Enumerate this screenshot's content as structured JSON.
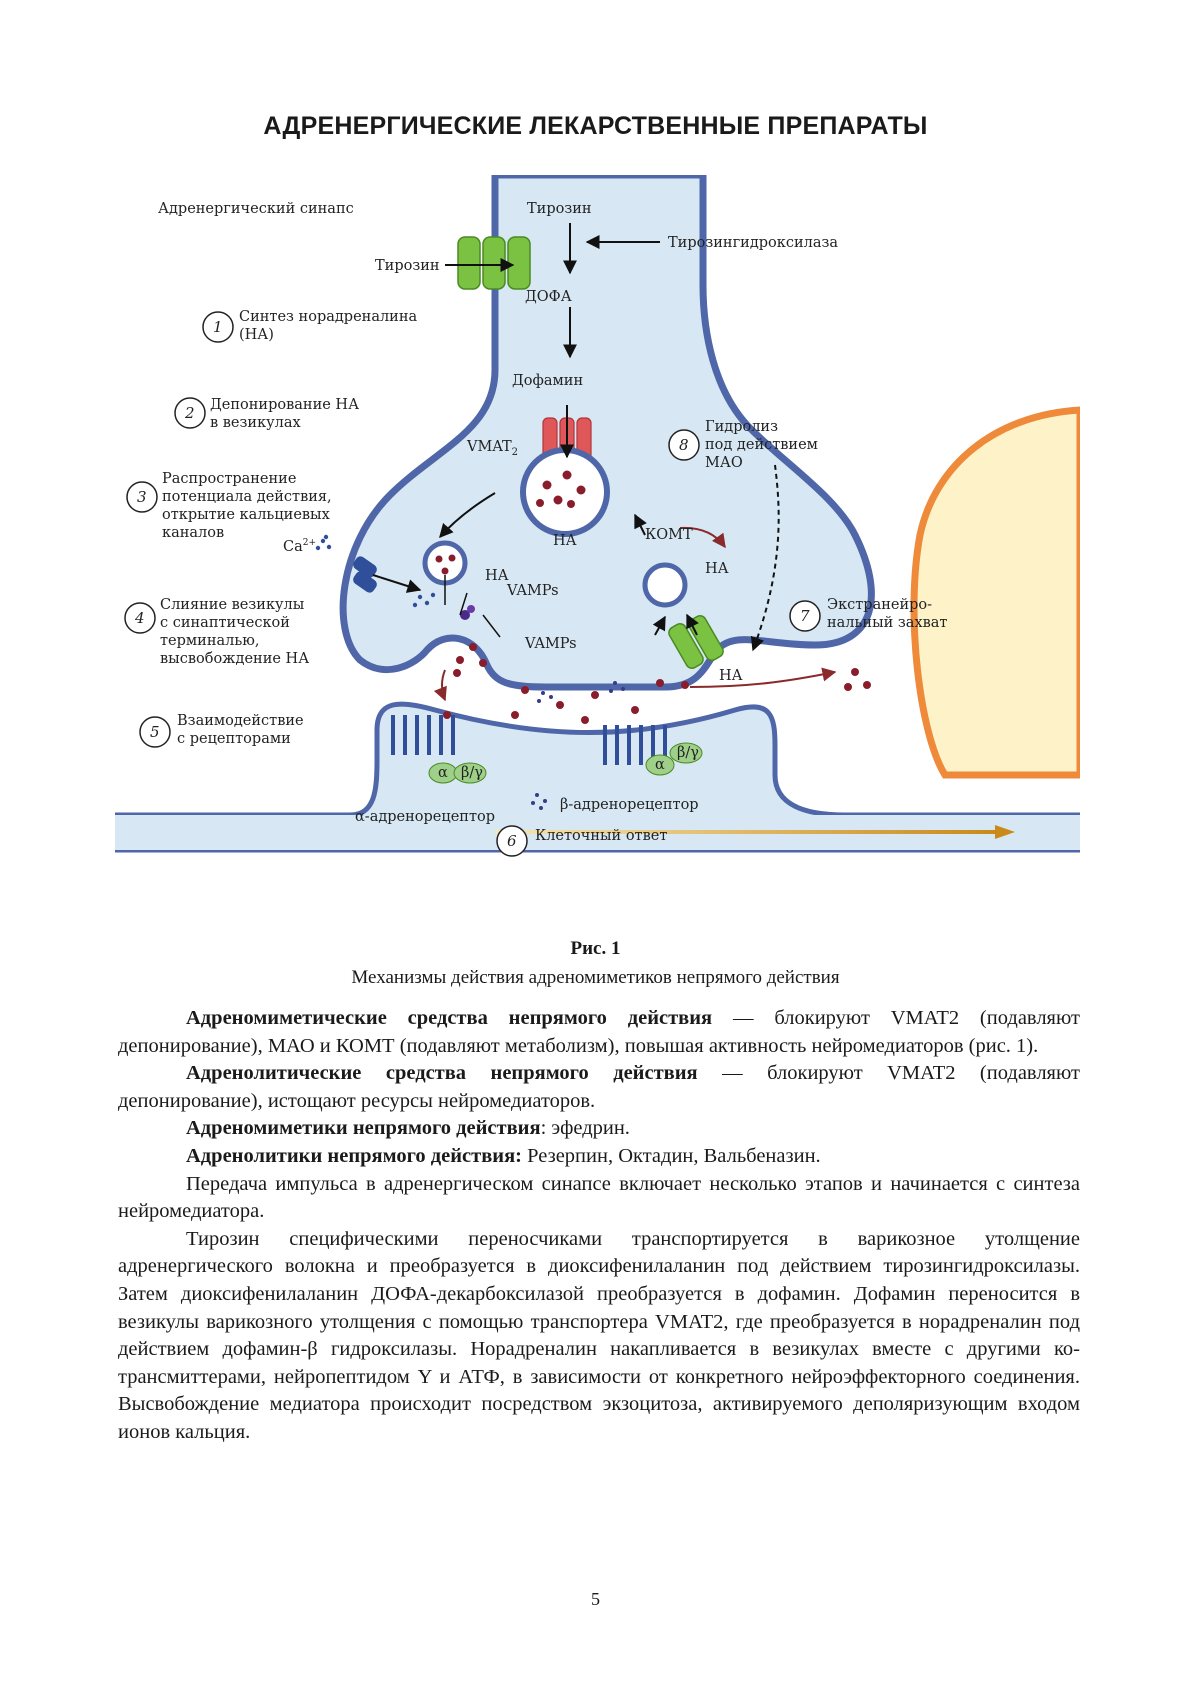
{
  "title": "АДРЕНЕРГИЧЕСКИЕ ЛЕКАРСТВЕННЫЕ ПРЕПАРАТЫ",
  "figure": {
    "labels": {
      "synapse": "Адренергический синапс",
      "tyrosine_top": "Тирозин",
      "tyrosine_left": "Тирозин",
      "tyrosine_hydroxylase": "Тирозингидроксилаза",
      "dopa": "ДОФА",
      "dopamine": "Дофамин",
      "vmat": "VMAT",
      "vmat_sub": "2",
      "na_vesicle": "НА",
      "na_small": "НА",
      "vamps1": "VAMPs",
      "vamps2": "VAMPs",
      "komt": "КОМТ",
      "na_komt": "НА",
      "na_bottom": "НА",
      "ca": "Ca",
      "ca_sup": "2+",
      "alpha_receptor": "α-адренорецептор",
      "beta_receptor": "β-адренорецептор",
      "alpha": "α",
      "beta_gamma": "β/γ",
      "alpha2": "α",
      "beta_gamma2": "β/γ"
    },
    "steps": [
      {
        "num": "1",
        "line1": "Синтез норадреналина",
        "line2": "(НА)"
      },
      {
        "num": "2",
        "line1": "Депонирование НА",
        "line2": "в везикулах"
      },
      {
        "num": "3",
        "line1": "Распространение",
        "line2": "потенциала действия,",
        "line3": "открытие кальциевых",
        "line4": "каналов"
      },
      {
        "num": "4",
        "line1": "Слияние везикулы",
        "line2": "с синаптической",
        "line3": "терминалью,",
        "line4": "высвобождение НА"
      },
      {
        "num": "5",
        "line1": "Взаимодействие",
        "line2": "с рецепторами"
      },
      {
        "num": "6",
        "line1": "Клеточный ответ"
      },
      {
        "num": "7",
        "line1": "Экстранейро-",
        "line2": "нальный захват"
      },
      {
        "num": "8",
        "line1": "Гидролиз",
        "line2": "под действием",
        "line3": "МАО"
      }
    ]
  },
  "caption": {
    "number": "Рис. 1",
    "text": "Механизмы действия адреномиметиков непрямого действия"
  },
  "paragraphs": [
    {
      "bold": "Адреномиметические средства непрямого действия",
      "text": " — блокируют VMAT2 (подавляют депонирование), МАО и КОМТ (подавляют метаболизм), повышая активность нейромедиаторов (рис. 1)."
    },
    {
      "bold": "Адренолитические средства непрямого действия",
      "text": " — блокируют VMAT2 (подавляют депонирование), истощают ресурсы нейромедиаторов."
    },
    {
      "bold": "Адреномиметики непрямого действия",
      "text": ": эфедрин."
    },
    {
      "bold": "Адренолитики непрямого действия:",
      "text": " Резерпин, Октадин, Вальбеназин."
    },
    {
      "bold": "",
      "text": "Передача импульса в адренергическом синапсе включает несколько этапов и начинается с синтеза нейромедиатора."
    },
    {
      "bold": "",
      "text": "Тирозин специфическими переносчиками транспортируется в варикозное утолщение адренергического волокна и преобразуется в диоксифенилаланин под действием тирозингидроксилазы. Затем диоксифенилаланин ДОФА-декарбоксилазой преобразуется в дофамин. Дофамин переносится в везикулы варикозного утолщения с помощью транспортера VMAT2, где преобразуется в норадреналин под действием дофамин-β гидроксилазы. Норадреналин накапливается в везикулах вместе с другими ко-трансмиттерами, нейропептидом Y и АТФ, в зависимости от конкретного нейроэффекторного соединения. Высвобождение медиатора происходит посредством экзоцитоза, активируемого деполяризующим входом ионов кальция."
    }
  ],
  "page_number": "5",
  "colors": {
    "neuron_fill": "#d7e8f4",
    "membrane": "#4f67a8",
    "transporter_green": "#7cc242",
    "vmat_red": "#e0575a",
    "vesicle_dot": "#8a1d2c",
    "cell_orange": "#ee8a3a",
    "cell_fill": "#fdf2c8"
  }
}
